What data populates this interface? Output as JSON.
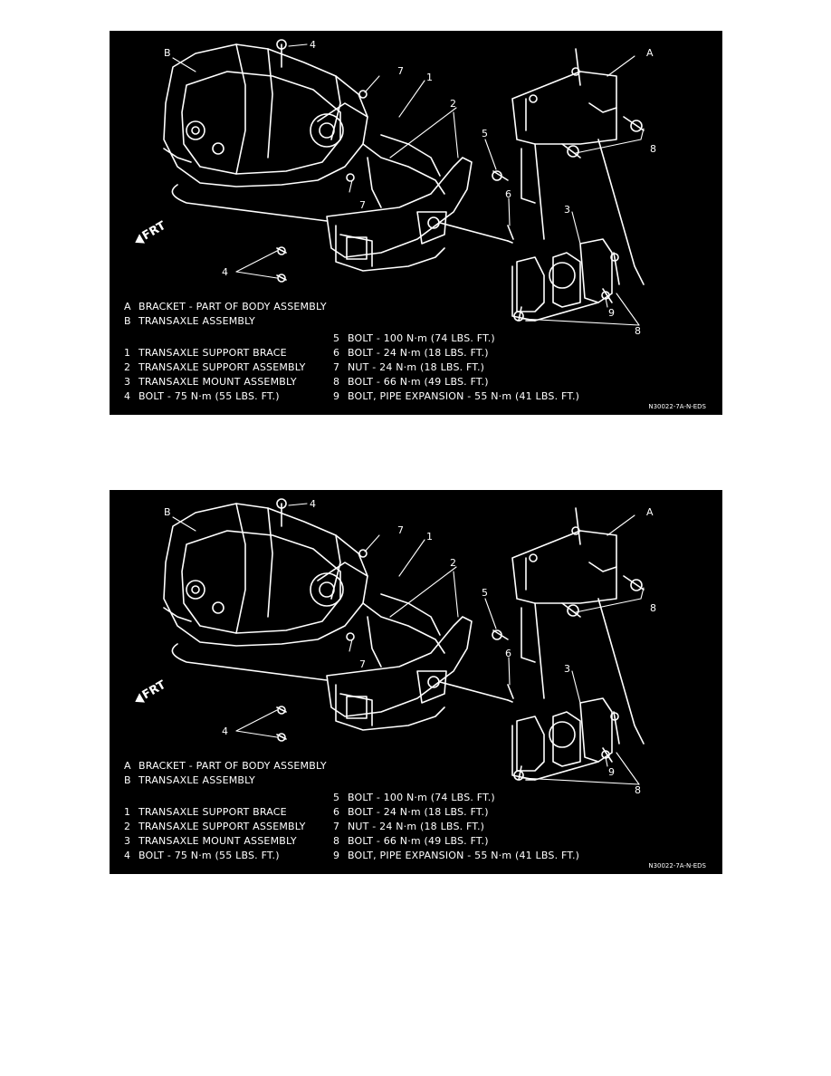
{
  "figures": [
    {
      "callouts": {
        "a": "A",
        "b": "B",
        "n1": "1",
        "n2": "2",
        "n3": "3",
        "n4a": "4",
        "n4b": "4",
        "n5": "5",
        "n6": "6",
        "n7a": "7",
        "n7b": "7",
        "n8a": "8",
        "n8b": "8",
        "n9": "9"
      },
      "frt": "FRT",
      "legend": {
        "a": {
          "key": "A",
          "text": "BRACKET - PART OF BODY ASSEMBLY"
        },
        "b": {
          "key": "B",
          "text": "TRANSAXLE ASSEMBLY"
        },
        "i1": {
          "key": "1",
          "text": "TRANSAXLE SUPPORT BRACE"
        },
        "i2": {
          "key": "2",
          "text": "TRANSAXLE SUPPORT ASSEMBLY"
        },
        "i3": {
          "key": "3",
          "text": "TRANSAXLE MOUNT ASSEMBLY"
        },
        "i4": {
          "key": "4",
          "text": "BOLT - 75 N·m (55 LBS. FT.)"
        },
        "i5": {
          "key": "5",
          "text": "BOLT - 100 N·m (74 LBS. FT.)"
        },
        "i6": {
          "key": "6",
          "text": "BOLT - 24 N·m (18 LBS. FT.)"
        },
        "i7": {
          "key": "7",
          "text": "NUT - 24 N·m (18 LBS. FT.)"
        },
        "i8": {
          "key": "8",
          "text": "BOLT - 66 N·m (49 LBS. FT.)"
        },
        "i9": {
          "key": "9",
          "text": "BOLT, PIPE EXPANSION - 55 N·m (41 LBS. FT.)"
        }
      },
      "code": "N30022-7A-N-EDS"
    },
    {
      "callouts": {
        "a": "A",
        "b": "B",
        "n1": "1",
        "n2": "2",
        "n3": "3",
        "n4a": "4",
        "n4b": "4",
        "n5": "5",
        "n6": "6",
        "n7a": "7",
        "n7b": "7",
        "n8a": "8",
        "n8b": "8",
        "n9": "9"
      },
      "frt": "FRT",
      "legend": {
        "a": {
          "key": "A",
          "text": "BRACKET - PART OF BODY ASSEMBLY"
        },
        "b": {
          "key": "B",
          "text": "TRANSAXLE ASSEMBLY"
        },
        "i1": {
          "key": "1",
          "text": "TRANSAXLE SUPPORT BRACE"
        },
        "i2": {
          "key": "2",
          "text": "TRANSAXLE SUPPORT ASSEMBLY"
        },
        "i3": {
          "key": "3",
          "text": "TRANSAXLE MOUNT ASSEMBLY"
        },
        "i4": {
          "key": "4",
          "text": "BOLT - 75 N·m (55 LBS. FT.)"
        },
        "i5": {
          "key": "5",
          "text": "BOLT - 100 N·m (74 LBS. FT.)"
        },
        "i6": {
          "key": "6",
          "text": "BOLT - 24 N·m (18 LBS. FT.)"
        },
        "i7": {
          "key": "7",
          "text": "NUT - 24 N·m (18 LBS. FT.)"
        },
        "i8": {
          "key": "8",
          "text": "BOLT - 66 N·m (49 LBS. FT.)"
        },
        "i9": {
          "key": "9",
          "text": "BOLT, PIPE EXPANSION - 55 N·m (41 LBS. FT.)"
        }
      },
      "code": "N30022-7A-N-EDS"
    }
  ]
}
